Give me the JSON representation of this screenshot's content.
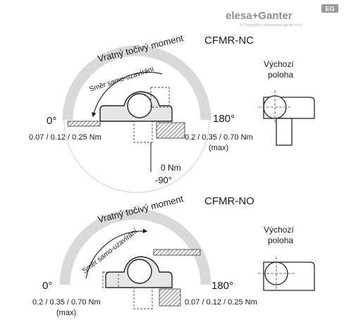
{
  "brand": {
    "logo_text": "elesa+Ganter",
    "badge_text": "EG",
    "copyright": "© Copyright | www.elesa-ganter.com",
    "colors": {
      "logo_gray": "#8f8f8f",
      "arc_gray": "#d9d9d9"
    }
  },
  "nc": {
    "title": "CFMR-NC",
    "arc_label": "Vratný točivý moment",
    "direction_label": "Směr samo-uzavírání",
    "angle_start": "0°",
    "angle_end": "180°",
    "torque_left": "0.07 / 0.12 / 0.25 Nm",
    "torque_right": "0.2 / 0.35 / 0.70 Nm",
    "torque_right_note": "(max)",
    "bottom_torque": "0 Nm",
    "bottom_angle": "-90°",
    "initial_label_line1": "Výchozí",
    "initial_label_line2": "poloha"
  },
  "no": {
    "title": "CFMR-NO",
    "arc_label": "Vratný točivý moment",
    "direction_label": "Směr samo-uzavírání",
    "angle_start": "0°",
    "angle_end": "180°",
    "torque_left": "0.2 / 0.35 / 0.70 Nm",
    "torque_left_note": "(max)",
    "torque_right": "0.07 / 0.12 / 0.25 Nm",
    "initial_label_line1": "Výchozí",
    "initial_label_line2": "poloha"
  }
}
